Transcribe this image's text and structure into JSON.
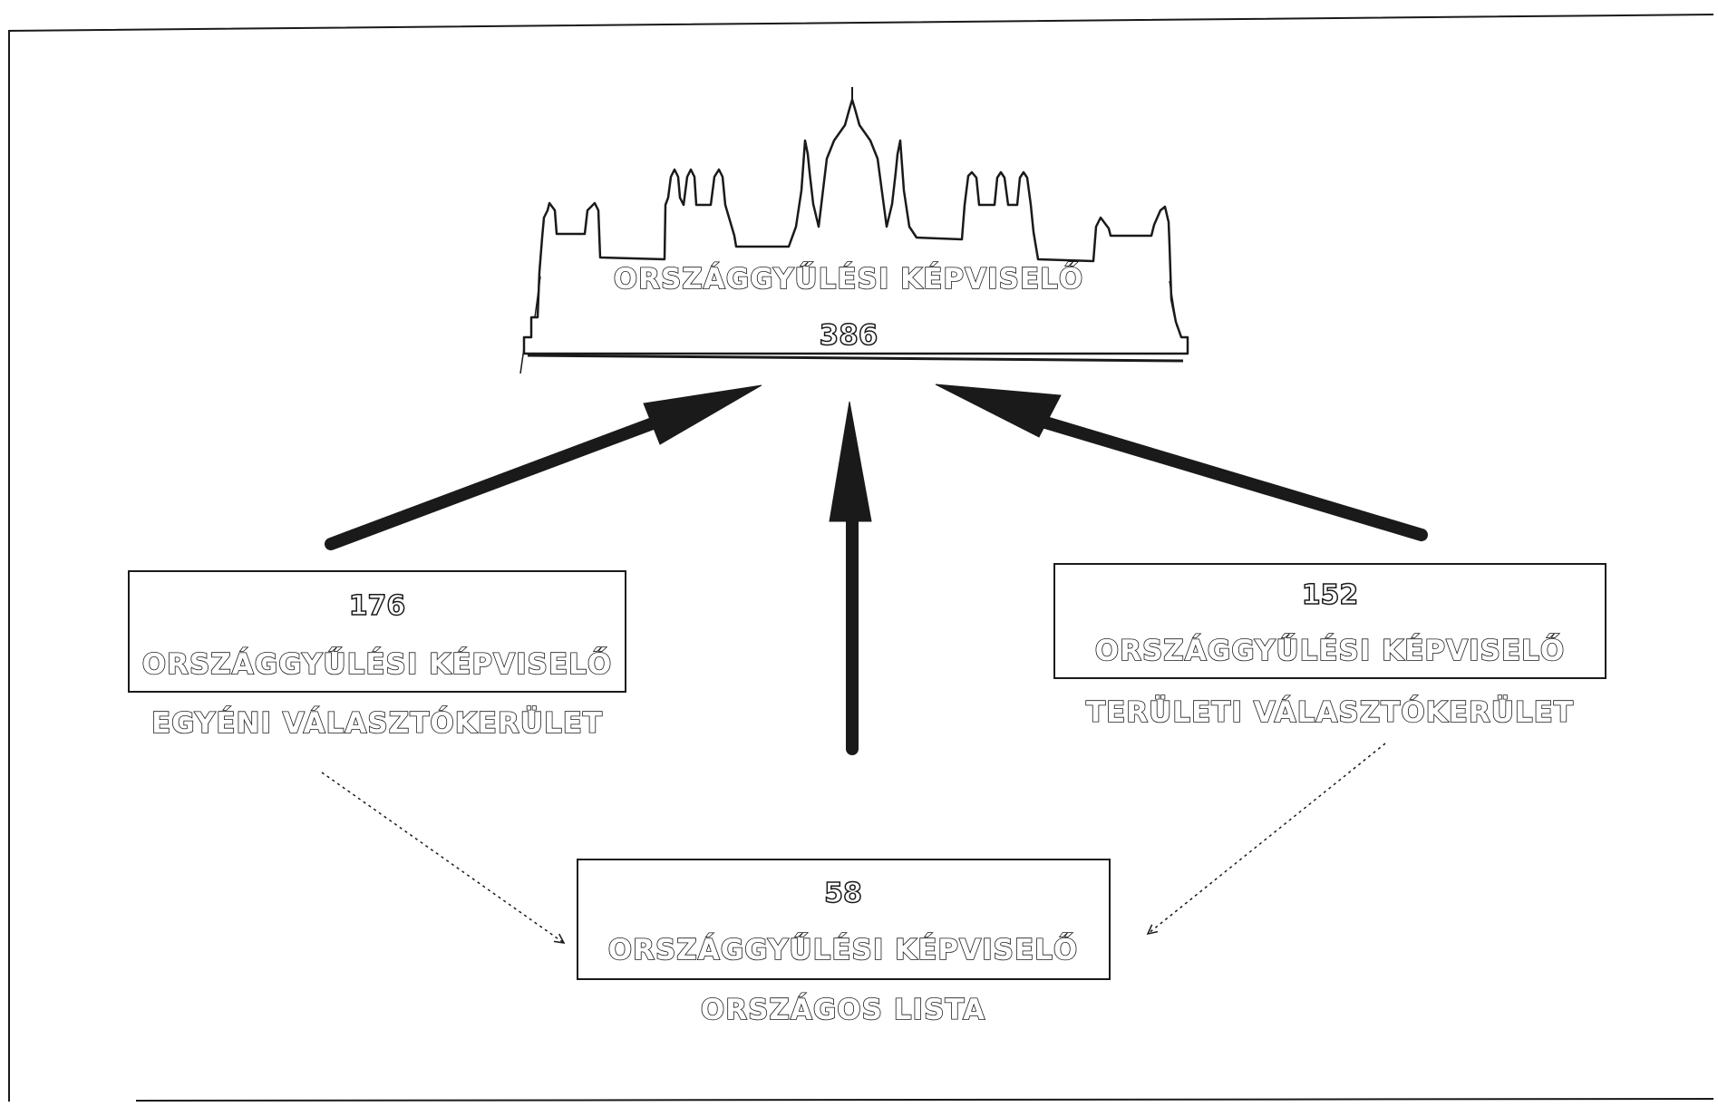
{
  "parliament": {
    "label": "ORSZÁGGYŰLÉSI KÉPVISELŐ",
    "count": "386"
  },
  "individual": {
    "count": "176",
    "label": "ORSZÁGGYŰLÉSI KÉPVISELŐ",
    "caption": "EGYÉNI VÁLASZTÓKERÜLET"
  },
  "regional": {
    "count": "152",
    "label": "ORSZÁGGYŰLÉSI KÉPVISELŐ",
    "caption": "TERÜLETI VÁLASZTÓKERÜLET"
  },
  "national": {
    "count": "58",
    "label": "ORSZÁGGYŰLÉSI KÉPVISELŐ",
    "caption": "ORSZÁGOS LISTA"
  },
  "colors": {
    "ink": "#1a1a1a",
    "background": "#ffffff"
  }
}
